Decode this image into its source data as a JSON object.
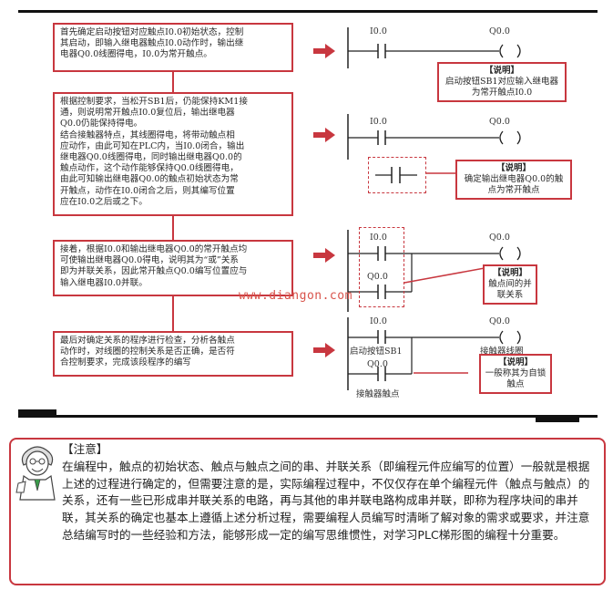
{
  "steps": [
    {
      "text": "首先确定启动按钮对应触点I0.0初始状态，控制\n其启动，即输入继电器触点I0.0动作时，输出继\n电器Q0.0线圈得电，I0.0为常开触点。"
    },
    {
      "text": "根据控制要求，当松开SB1后，仍能保持KM1接\n通，则说明常开触点I0.0复位后，输出继电器\nQ0.0仍能保持得电。\n  结合接触器特点，其线圈得电，将带动触点相\n应动作，由此可知在PLC内，当I0.0闭合，输出\n继电器Q0.0线圈得电，同时输出继电器Q0.0的\n触点动作，这个动作能够保持Q0.0线圈得电，\n由此可知输出继电器Q0.0的触点初始状态为常\n开触点，动作在I0.0闭合之后，则其编写位置\n应在I0.0之后或之下。"
    },
    {
      "text": "接着，根据I0.0和输出继电器Q0.0的常开触点均\n可使输出继电器Q0.0得电，说明其为“或”关系\n即为并联关系，因此常开触点Q0.0编写位置应与\n输入继电器I0.0并联。"
    },
    {
      "text": "最后对确定关系的程序进行检查，分析各触点\n动作时，对线圈的控制关系是否正确，是否符\n合控制要求，完成该段程序的编写"
    }
  ],
  "ladder": {
    "contact_i00": "I0.0",
    "coil_q00": "Q0.0",
    "contact_q00": "Q0.0",
    "coil_symbol": "(    )",
    "start_button_label": "启动按钮SB1",
    "coil_label": "接触器线圈",
    "contactor_contact_label": "接触器触点"
  },
  "notes": [
    {
      "title": "【说明】",
      "text": "启动按钮SB1对应输入继电器为常开触点I0.0"
    },
    {
      "title": "【说明】",
      "text": "确定输出继电器Q0.0的触点为常开触点"
    },
    {
      "title": "【说明】",
      "text": "触点间的并联关系"
    },
    {
      "title": "【说明】",
      "text": "一般称其为自锁触点"
    }
  ],
  "watermark": "www.diangon.com",
  "notice": {
    "title": "【注意】",
    "text": "在编程中，触点的初始状态、触点与触点之间的串、并联关系（即编程元件应编写的位置）一般就是根据上述的过程进行确定的，但需要注意的是，实际编程过程中，不仅仅存在单个编程元件（触点与触点）的关系，还有一些已形成串并联关系的电路，再与其他的串并联电路构成串并联，即称为程序块间的串并联，其关系的确定也基本上遵循上述分析过程，需要编程人员编写时清晰了解对象的需求或要求，并注意总结编写时的一些经验和方法，能够形成一定的编写思维惯性，对学习PLC梯形图的编程十分重要。"
  },
  "colors": {
    "accent": "#c8373f",
    "line": "#222222",
    "watermark": "#d8524a"
  }
}
